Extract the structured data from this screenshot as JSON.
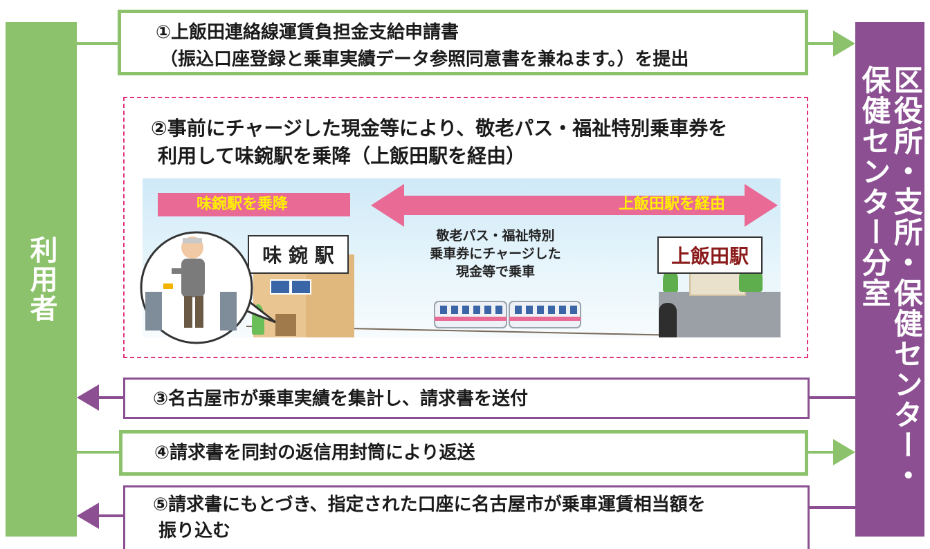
{
  "left_actor": "利用者",
  "right_actor": "区役所・支所・保健センター・保健センター分室",
  "steps": {
    "s1": {
      "line1": "①上飯田連絡線運賃負担金支給申請書",
      "line2": "（振込口座登録と乗車実績データ参照同意書を兼ねます。）を提出"
    },
    "s2": {
      "line1": "②事前にチャージした現金等により、敬老パス・福祉特別乗車券を",
      "line2": "利用して味鋺駅を乗降（上飯田駅を経由）"
    },
    "s3": {
      "line1": "③名古屋市が乗車実績を集計し、請求書を送付"
    },
    "s4": {
      "line1": "④請求書を同封の返信用封筒により返送"
    },
    "s5": {
      "line1": "⑤請求書にもとづき、指定された口座に名古屋市が乗車運賃相当額を",
      "line2": "振り込む"
    }
  },
  "illustration": {
    "left_bar": "味鋺駅を乗降",
    "right_arrow": "上飯田駅を経由",
    "station_left": "味 鋺 駅",
    "station_right": "上飯田駅",
    "center_line1": "敬老パス・福祉特別",
    "center_line2": "乗車券にチャージした",
    "center_line3": "現金等で乗車"
  },
  "colors": {
    "green": "#8cc26b",
    "purple": "#8b4f92",
    "pink": "#e0337e",
    "arrow_pink": "#e96a95",
    "label_yellow": "#fff200"
  }
}
